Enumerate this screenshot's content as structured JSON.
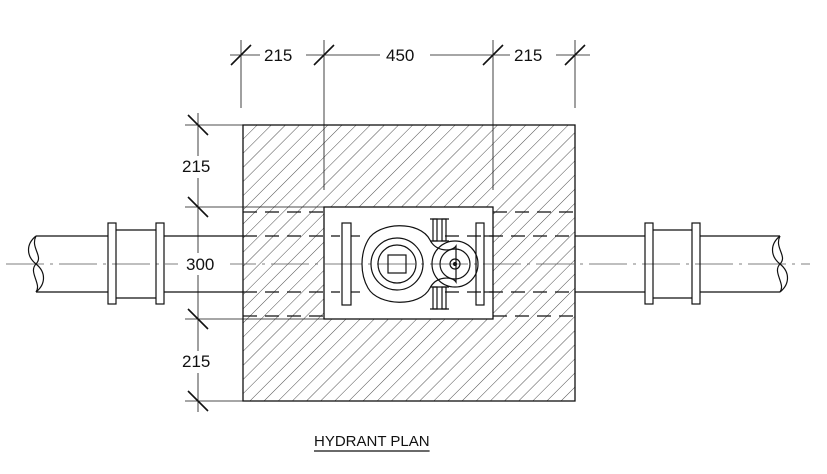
{
  "drawing": {
    "title": "HYDRANT PLAN",
    "dimensions": {
      "top_left": "215",
      "top_middle": "450",
      "top_right": "215",
      "left_upper": "215",
      "left_middle": "300",
      "left_lower": "215"
    }
  },
  "colors": {
    "line": "#111111",
    "background": "#ffffff"
  }
}
